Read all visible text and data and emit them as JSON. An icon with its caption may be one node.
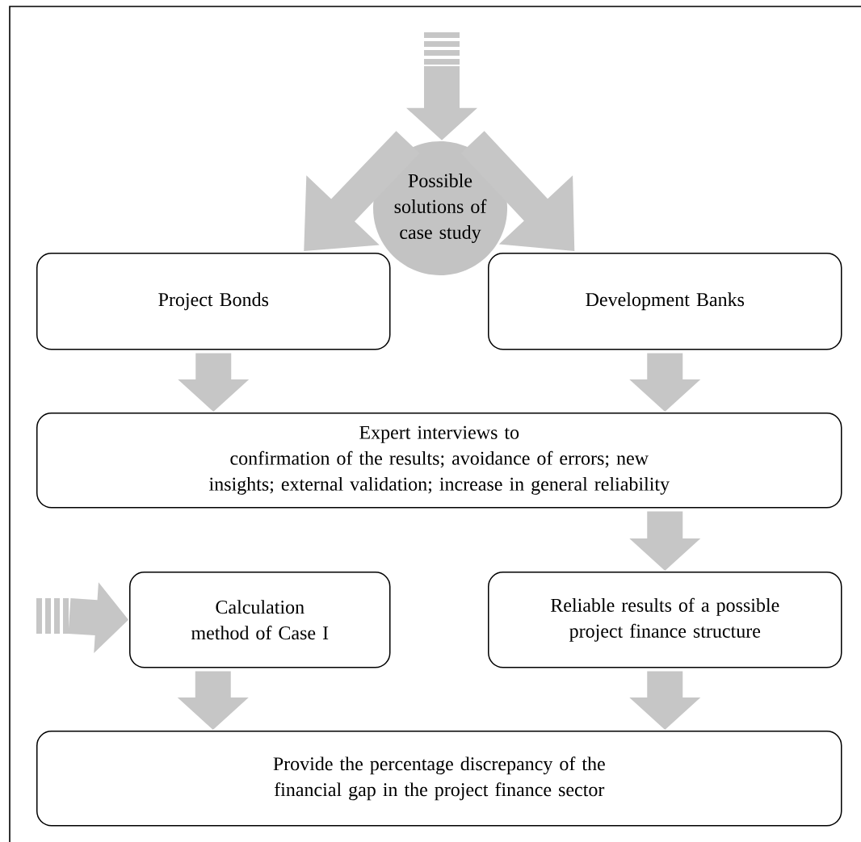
{
  "diagram": {
    "nodes": [
      {
        "text": [
          "Possible solutions of case study"
        ]
      },
      {
        "text": [
          "Project Bonds"
        ]
      },
      {
        "text": [
          "Development Banks"
        ]
      },
      {
        "text": [
          "Expert interviews to",
          "confirmation of the results; avoidance of errors; new insights; external validation; increase in general reliability"
        ]
      },
      {
        "text": [
          "Calculation method of Case I"
        ]
      },
      {
        "text": [
          "Reliable results of a possible project finance structure"
        ]
      },
      {
        "text": [
          "Provide the percentage discrepancy of the financial gap in the project finance sector"
        ]
      }
    ],
    "edges": [
      {
        "from": null,
        "to": 0,
        "arrow": "to"
      },
      {
        "from": 0,
        "to": 1,
        "arrow": "to"
      },
      {
        "from": 0,
        "to": 2,
        "arrow": "to"
      },
      {
        "from": 1,
        "to": 3,
        "arrow": "to"
      },
      {
        "from": 2,
        "to": 3,
        "arrow": "to"
      },
      {
        "from": 3,
        "to": 5,
        "arrow": "to"
      },
      {
        "from": null,
        "to": 4,
        "arrow": "to"
      },
      {
        "from": 4,
        "to": 6,
        "arrow": "to"
      },
      {
        "from": 5,
        "to": 6,
        "arrow": "to"
      }
    ]
  }
}
